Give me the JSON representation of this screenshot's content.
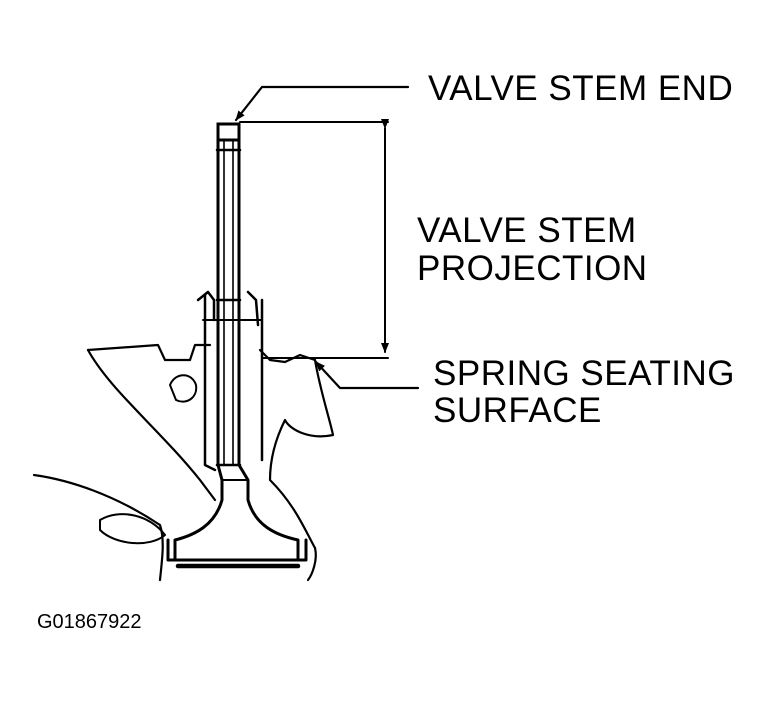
{
  "labels": {
    "valve_stem_end": "VALVE STEM END",
    "projection_line1": "VALVE STEM",
    "projection_line2": "PROJECTION",
    "spring_line1": "SPRING SEATING",
    "spring_line2": "SURFACE"
  },
  "figure_id": "G01867922"
}
